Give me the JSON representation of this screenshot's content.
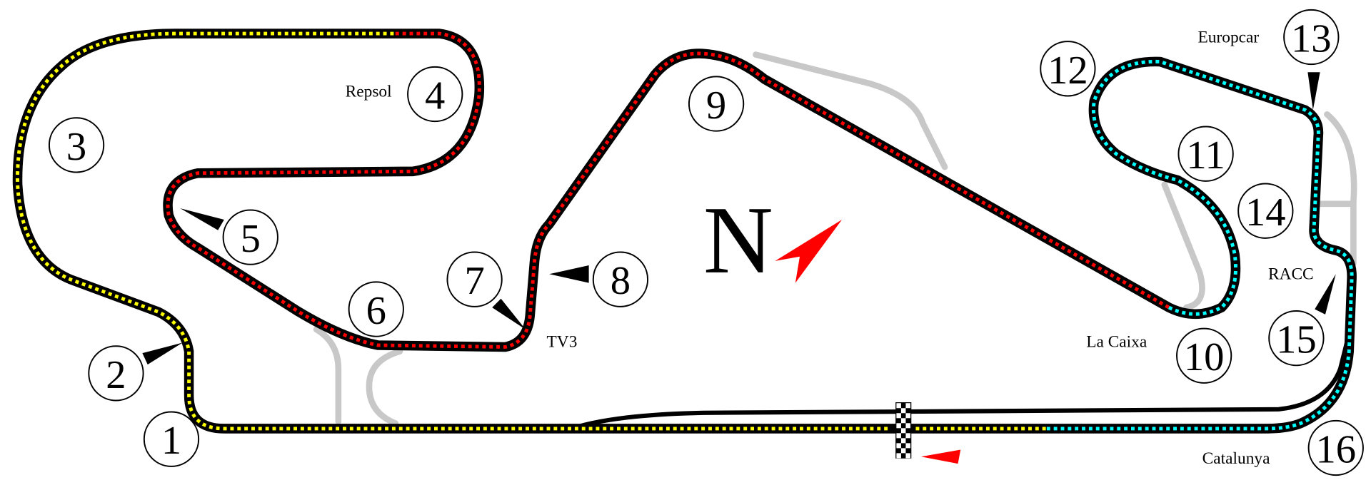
{
  "title_letter": "N",
  "colors": {
    "sector1": "#ffff00",
    "sector2": "#ff0000",
    "sector3": "#00ffff",
    "track": "#000000",
    "alternate": "#c8c8c8",
    "north_arrow": "#ff0000"
  },
  "turns": [
    "1",
    "2",
    "3",
    "4",
    "5",
    "6",
    "7",
    "8",
    "9",
    "10",
    "11",
    "12",
    "13",
    "14",
    "15",
    "16"
  ],
  "sponsors": {
    "t4": "Repsol",
    "t7": "TV3",
    "t10": "La Caixa",
    "t13": "Europcar",
    "t15": "RACC",
    "t16": "Catalunya"
  }
}
